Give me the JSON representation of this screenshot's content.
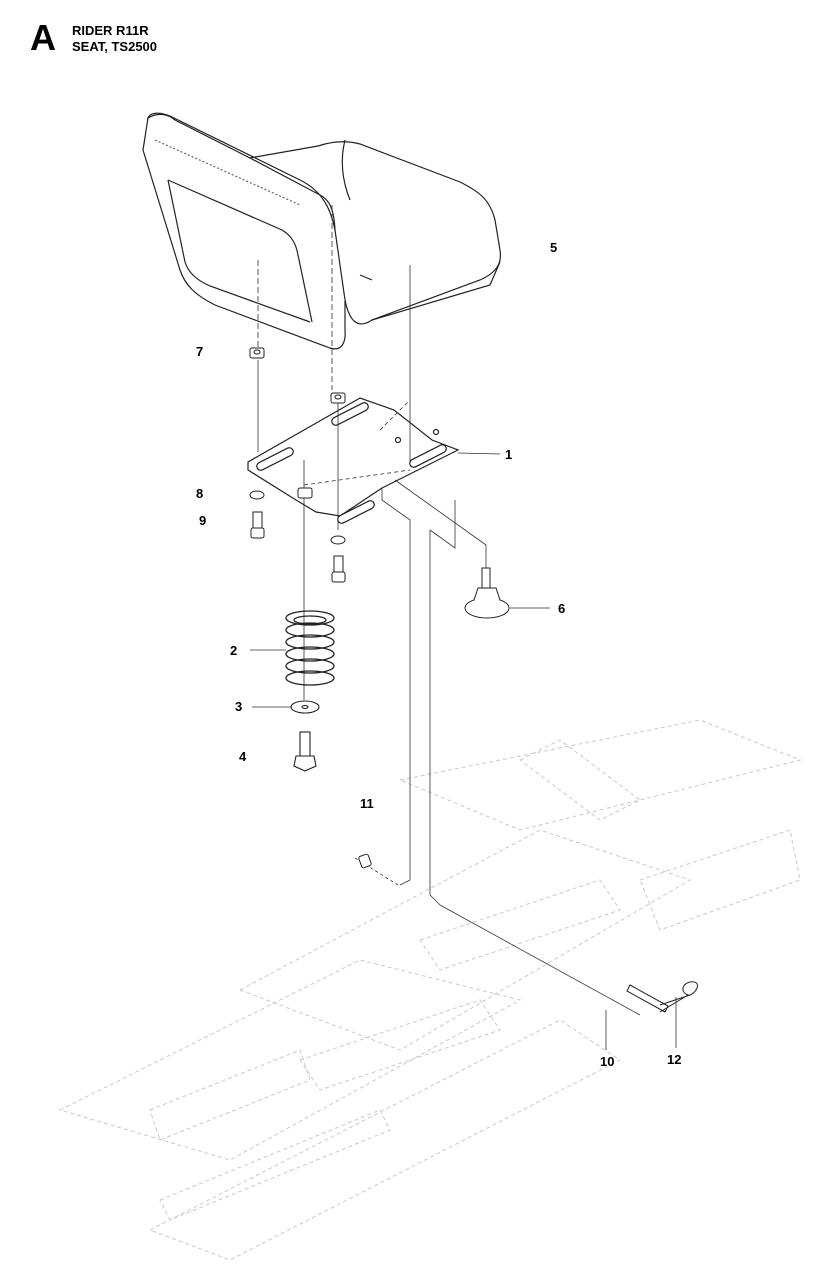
{
  "header": {
    "section_letter": "A",
    "model": "RIDER R11R",
    "assembly": "SEAT, TS2500"
  },
  "callouts": [
    {
      "id": "1",
      "label": "1"
    },
    {
      "id": "2",
      "label": "2"
    },
    {
      "id": "3",
      "label": "3"
    },
    {
      "id": "4",
      "label": "4"
    },
    {
      "id": "5",
      "label": "5"
    },
    {
      "id": "6",
      "label": "6"
    },
    {
      "id": "7",
      "label": "7"
    },
    {
      "id": "8",
      "label": "8"
    },
    {
      "id": "9",
      "label": "9"
    },
    {
      "id": "10",
      "label": "10"
    },
    {
      "id": "11",
      "label": "11"
    },
    {
      "id": "12",
      "label": "12"
    }
  ]
}
